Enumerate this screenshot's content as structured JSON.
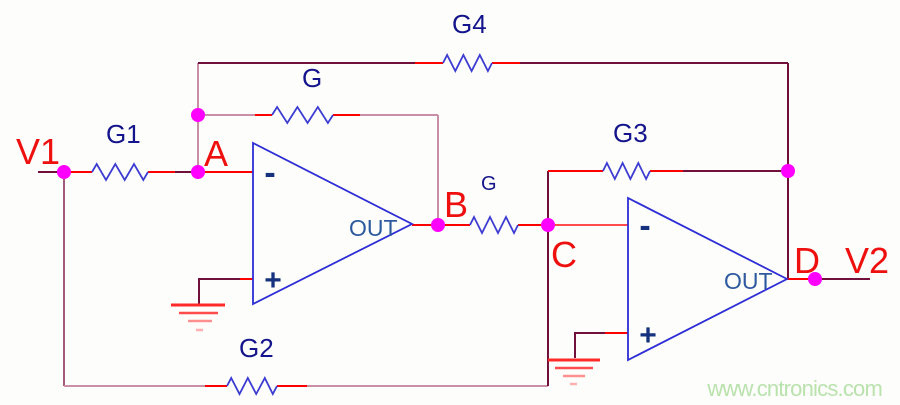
{
  "node_labels": {
    "v1": "V1",
    "a": "A",
    "b": "B",
    "c": "C",
    "d": "D",
    "v2": "V2"
  },
  "resistor_labels": {
    "g1": "G1",
    "g_feedback": "G",
    "g4": "G4",
    "g3": "G3",
    "g_series": "G",
    "g2": "G2"
  },
  "opamp1": {
    "out": "OUT",
    "inverting": "-",
    "noninverting": "+"
  },
  "opamp2": {
    "out": "OUT",
    "inverting": "-",
    "noninverting": "+"
  },
  "watermark": {
    "text": "www.cntronics.com",
    "color": "#b9e2ad"
  },
  "colors": {
    "background": "#fdfdfb",
    "wire_dark_maroon": "#72103c",
    "wire_red": "#ff0000",
    "wire_highlight_pink": "#c98fa6",
    "component_blue": "#3c3cd2",
    "opamp_blue": "#2e2ed6",
    "component_label_blue": "#14148c",
    "out_label_blue": "#2d5a9e",
    "node_label_red": "#ee0f0f",
    "junction_dot_magenta": "#ff00ff",
    "ground_red": "#ff2a2a"
  }
}
